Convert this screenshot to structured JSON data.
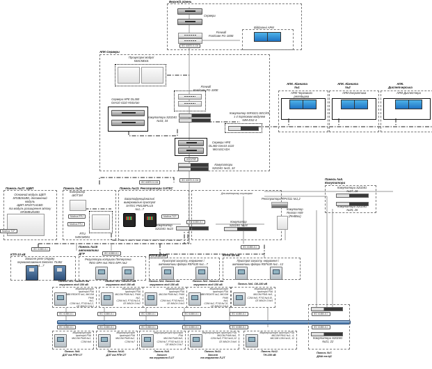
{
  "top_level": {
    "title": "Верхній рівень",
    "servers_label": "Сервери",
    "firewall_label": "Firewall\nFortiGate FG-100E",
    "remote_arm_label": "Віддалені АРМ",
    "protocol_tag": "IEC 60870-5-104"
  },
  "apk_servers": {
    "title": "АПК Сервери",
    "proc_modules_label": "Процесорні модулі\n540CMD01",
    "firewall_label": "Firewall\nFortiGate FG-100E",
    "historian_label": "Сервери HPE DL360\nGen10 4110 Historian",
    "switches_33_34_label": "Комутатори S2024G\n№33, 34",
    "isr_label": "Комутатор ISR4321-SEC/K9\nз 4 портовим модулем\nNIM-ES2-4",
    "microscada_label": "Сервери HPE\nDL360 Gen10 4110\nMicroSCADA",
    "hsr_tag": "HSR/PRP",
    "switches_31_32_label": "Комутатори\nS2024G №31, 32",
    "protocol_tag": "IEC 60870-5-104"
  },
  "workstations": [
    {
      "title": "АПК. Кімната\n№1",
      "label": "АРМ Чергового\nрелейщика"
    },
    {
      "title": "АПК. Кімната\n№2",
      "label": "АРМ Енергетика"
    },
    {
      "title": "АПК.\nДиспетчерська",
      "label": "АРМ Диспетчера"
    }
  ],
  "panel27": {
    "title": "Панель №27. ЩВП",
    "description": "Основний модуль ЩВП\nSR3B261BD, доповнений модуль\nЩВП SR3XT141BD\nта модуль розширення зв'язку\nSR3MBU01BD"
  },
  "panel20": {
    "title": "Панель №20",
    "controller_label": "Контролер\nШОТ1М",
    "modbus_rtu_1": "Modbus RTU",
    "modbus_rtu_2": "Modbus RTU",
    "rtu_label": "RTU\n540CMD01"
  },
  "panel13": {
    "title": "Панель №13. Реєстратори SATEC",
    "meters_label": "Багатофункціональні\nвимірювальні пристрої\nSATEC PM130PLUS\n№1...7",
    "modbus_tcp": "Modbus TCP",
    "switch23_label": "Комутатор\nS2024G №23",
    "protocol_tag": "IEC 60870-5-104",
    "iec61850_tag": "IEC 61850-8-1"
  },
  "recorders": {
    "note": "Для моніторингу осцилограм",
    "rpv_label": "Реєстратори RPV311 №1,2",
    "reason_label": "Комутатор\nReason H49\n(RedBox)",
    "switch24_label": "Комутатор\nS2024G №24"
  },
  "panel5": {
    "title": "Панель №5.\nКомутатори",
    "sw_27_28": "Комутатори S2024G\n№27, 28",
    "sw_25_26": "Комутатори S2024G\n№25, 26"
  },
  "modbus_tcp_bottom": "Modbus TCP",
  "bays": [
    {
      "title": "КТП-10 кВ",
      "label": "Захисне реле струму\nперевантаження Siemens 7SJ82\n№1...7",
      "tag": "IEC 61850-8-1"
    },
    {
      "title": "Панель №15\nавтоматики\nДГР",
      "label": "Регулятори котушок Петерсена\nREG-DPA №1        REG-DPA №2",
      "tag": "IEC 61850-8-1"
    },
    {
      "title": "КРУЕ-10 кВ",
      "label": "Пристрої захисту, керування і\nавтоматики фідера REF630 №1...7",
      "tag": "IEC 61850-8-1"
    },
    {
      "title": "КРУЕ-35 кВ",
      "label": "Пристрої захисту, керування і\nавтоматики фідера REF630 №1...12",
      "tag": "IEC 61850-8-1"
    }
  ],
  "upper_panels": [
    {
      "title": "Панель №1. Захист та\nкерування лінії 150 кВ",
      "text": "Мікропроцесорні пристрої РЗА\nABB RED670 №1, MiCOM P446\n№1,\nC264 №1, P743 №1,2,\nCE MACH-3 №1"
    },
    {
      "title": "Панель №3. Захист та\nкерування лінії 150 кВ",
      "text": "Мікропроцесорні пристрої РЗА\nMiCOM P546 №1, P446 №2,\nC264 №3, P743 №3,4,\nCE MACH-3 №2"
    },
    {
      "title": "Панель №4. Захист та\nкерування лінії 150 кВ",
      "text": "Мікропроцесорні пристрої РЗА\nMiCOM P546 №2, P446 №3,\nC264 №4, P743 №5,6,\nCE MACH-3 №3"
    },
    {
      "title": "Панель №2. Захист та\nкерування лінії 150 кВ",
      "text": "Мікропроцесорні пристрої РЗА\nABB RED670 №2, MiCOM P446\n№4,\nC264 №2, P743 №7,8,\nCE MACH-3 №4"
    },
    {
      "title": "Панель №6. СВ-150 кВ",
      "text": "Мікропроцесорні пристрої РЗА\nMiCOM P841 №5,\nC264 №5, P743 №9,10,\nCE MACH-3 №5"
    }
  ],
  "lower_panels": [
    {
      "title": "Панель №9.\nДЗТ та РПН 1Т",
      "text": "Мікропроцесорні пристрої РЗА\nMiCOM P645 №1,\nC264 №6"
    },
    {
      "title": "Панель №10.\nДЗТ та РПН 2Т",
      "text": "Мікропроцесорні пристрої РЗА\nMiCOM P645 №2,\nC264 №7"
    },
    {
      "title": "Панель №8.\nЗахист\nта керування Л-1Т",
      "text": "Мікропроцесорні пристрої РЗА\nMiCOM P446 №5,\nC264 №7, P743 №13,14\nCE MACH-3 №7"
    },
    {
      "title": "Панель №11.\nЗахист\nта керування Л-2Т",
      "text": "Мікропроцесорні пристрої РЗА\nMiCOM P446 №6,\nC264 №8, P743 №11,12\nCE MACH-3 №6"
    },
    {
      "title": "Панель №12.\nТН-150 кВ",
      "text": "Мікропроцесорні пристрої РЗА\nMiCOM P841 №1...4,\nMiCOM C264 №11, 12"
    }
  ],
  "panel7": {
    "title": "Панель №7.\nДЗШ та ЦС",
    "switch_label": "Комутатори S2024G\n№21, 22"
  },
  "bus_tag": "IEC 61850-8-1"
}
